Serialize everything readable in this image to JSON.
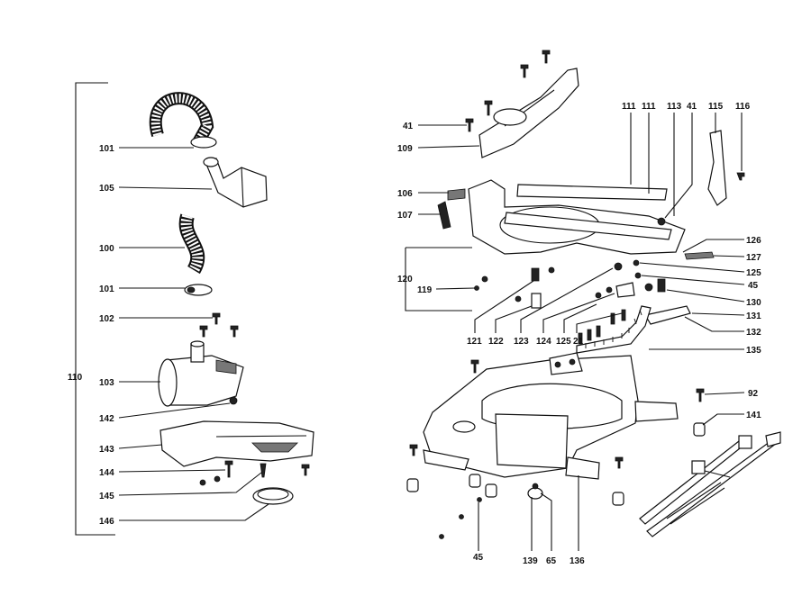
{
  "labels": {
    "l101a": "101",
    "l105": "105",
    "l100": "100",
    "l101b": "101",
    "l102": "102",
    "l110": "110",
    "l103": "103",
    "l142": "142",
    "l143": "143",
    "l144": "144",
    "l145": "145",
    "l146": "146",
    "l41a": "41",
    "l109": "109",
    "l106": "106",
    "l107": "107",
    "l120": "120",
    "l119": "119",
    "l111a": "111",
    "l111b": "111",
    "l113": "113",
    "l41b": "41",
    "l115": "115",
    "l116": "116",
    "l126": "126",
    "l127": "127",
    "l125a": "125",
    "l45a": "45",
    "l130": "130",
    "l131": "131",
    "l132": "132",
    "l135": "135",
    "l121": "121",
    "l122": "122",
    "l123": "123",
    "l124": "124",
    "l125b": "125",
    "l21": "21",
    "l92": "92",
    "l141": "141",
    "l45b": "45",
    "l139": "139",
    "l65": "65",
    "l136": "136"
  }
}
